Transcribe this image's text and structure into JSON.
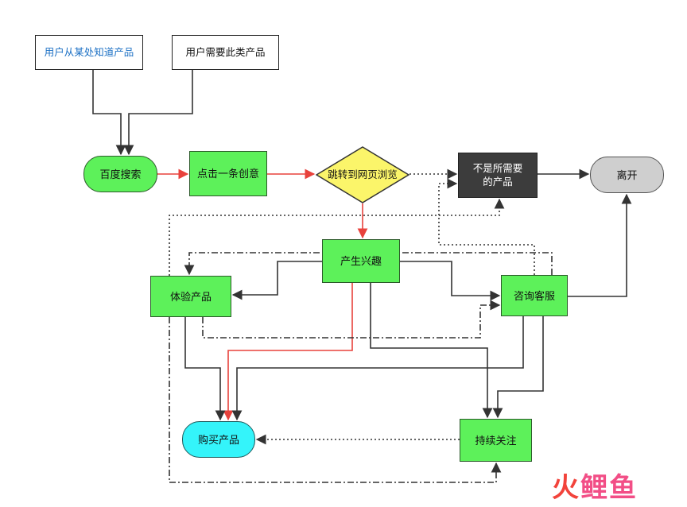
{
  "nodes": {
    "know": "用户从某处知道产品",
    "need": "用户需要此类产品",
    "search": "百度搜索",
    "idea": "点击一条创意",
    "jump": "跳转到网页浏览",
    "notneed": "不是所需要的产品",
    "leave": "离开",
    "interest": "产生兴趣",
    "experience": "体验产品",
    "consult": "咨询客服",
    "buy": "购买产品",
    "follow": "持续关注"
  },
  "watermark": {
    "part1": "火",
    "part2": "鲤",
    "part3": "鱼"
  },
  "colors": {
    "node_green": "#5df15a",
    "node_cyan": "#34f4fa",
    "node_gray": "#cfcfcf",
    "node_dark": "#3c3c3c",
    "decision_yellow": "#fbf56a",
    "arrow_red": "#e8423c",
    "arrow_dark": "#333333",
    "link_blue": "#1a6fc4"
  },
  "edges": [
    {
      "from": "know",
      "to": "search",
      "style": "solid"
    },
    {
      "from": "need",
      "to": "search",
      "style": "solid"
    },
    {
      "from": "search",
      "to": "idea",
      "style": "solid-red"
    },
    {
      "from": "idea",
      "to": "jump",
      "style": "solid-red"
    },
    {
      "from": "jump",
      "to": "interest",
      "style": "solid-red"
    },
    {
      "from": "jump",
      "to": "notneed",
      "style": "dotted"
    },
    {
      "from": "notneed",
      "to": "leave",
      "style": "solid"
    },
    {
      "from": "consult",
      "to": "leave",
      "style": "solid"
    },
    {
      "from": "interest",
      "to": "experience",
      "style": "solid"
    },
    {
      "from": "interest",
      "to": "consult",
      "style": "solid"
    },
    {
      "from": "interest",
      "to": "buy",
      "style": "solid-red"
    },
    {
      "from": "interest",
      "to": "follow",
      "style": "solid"
    },
    {
      "from": "experience",
      "to": "buy",
      "style": "solid"
    },
    {
      "from": "consult",
      "to": "buy",
      "style": "solid"
    },
    {
      "from": "consult",
      "to": "follow",
      "style": "solid"
    },
    {
      "from": "follow",
      "to": "buy",
      "style": "dotted"
    },
    {
      "from": "experience",
      "to": "notneed",
      "style": "dotted"
    },
    {
      "from": "consult",
      "to": "notneed",
      "style": "dotted"
    },
    {
      "from": "consult",
      "to": "experience",
      "style": "dash-dot"
    },
    {
      "from": "experience",
      "to": "consult",
      "style": "dash-dot"
    },
    {
      "from": "experience",
      "to": "follow",
      "style": "dash-dot"
    }
  ]
}
